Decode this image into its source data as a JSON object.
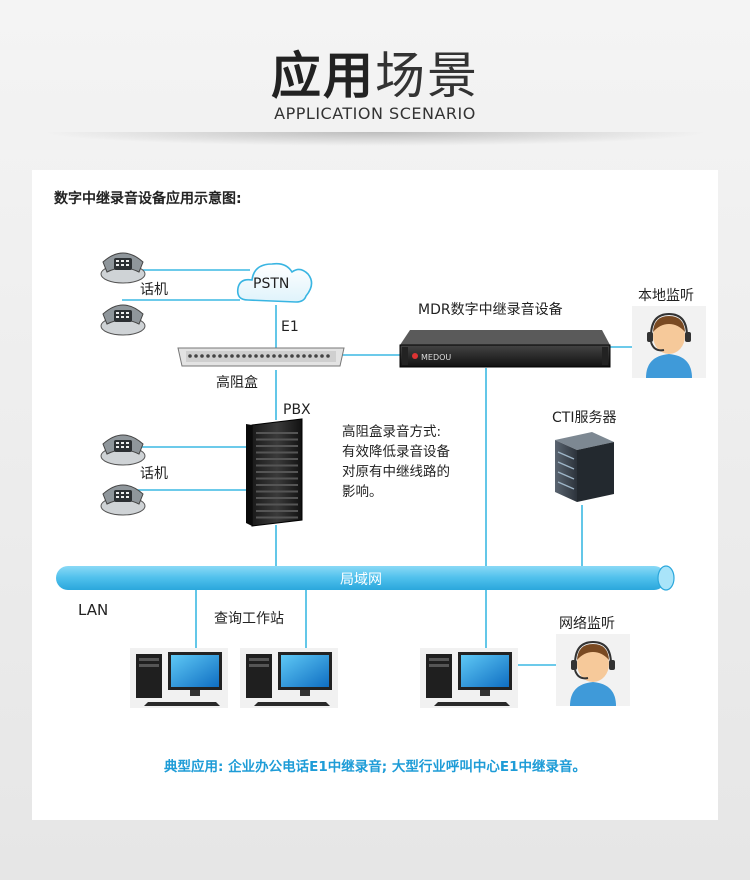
{
  "header": {
    "title_bold": "应用",
    "title_light": "场景",
    "subtitle": "APPLICATION SCENARIO"
  },
  "diagram": {
    "heading": "数字中继录音设备应用示意图:",
    "labels": {
      "phones_top": "话机",
      "pstn": "PSTN",
      "e1": "E1",
      "high_impedance_box": "高阻盒",
      "pbx": "PBX",
      "phones_bottom": "话机",
      "mdr_device": "MDR数字中继录音设备",
      "device_brand": "MEDOU",
      "local_monitor": "本地监听",
      "cti_server": "CTI服务器",
      "lan_bus": "局域网",
      "lan": "LAN",
      "query_workstation": "查询工作站",
      "network_monitor": "网络监听"
    },
    "note_lines": [
      "高阻盒录音方式:",
      "有效降低录音设备",
      "对原有中继线路的",
      "影响。"
    ],
    "footer": "典型应用: 企业办公电话E1中继录音; 大型行业呼叫中心E1中继录音。"
  },
  "colors": {
    "line": "#3cb9e3",
    "lan_bus": "#5fc8ee",
    "footer_text": "#1e9cd7"
  }
}
